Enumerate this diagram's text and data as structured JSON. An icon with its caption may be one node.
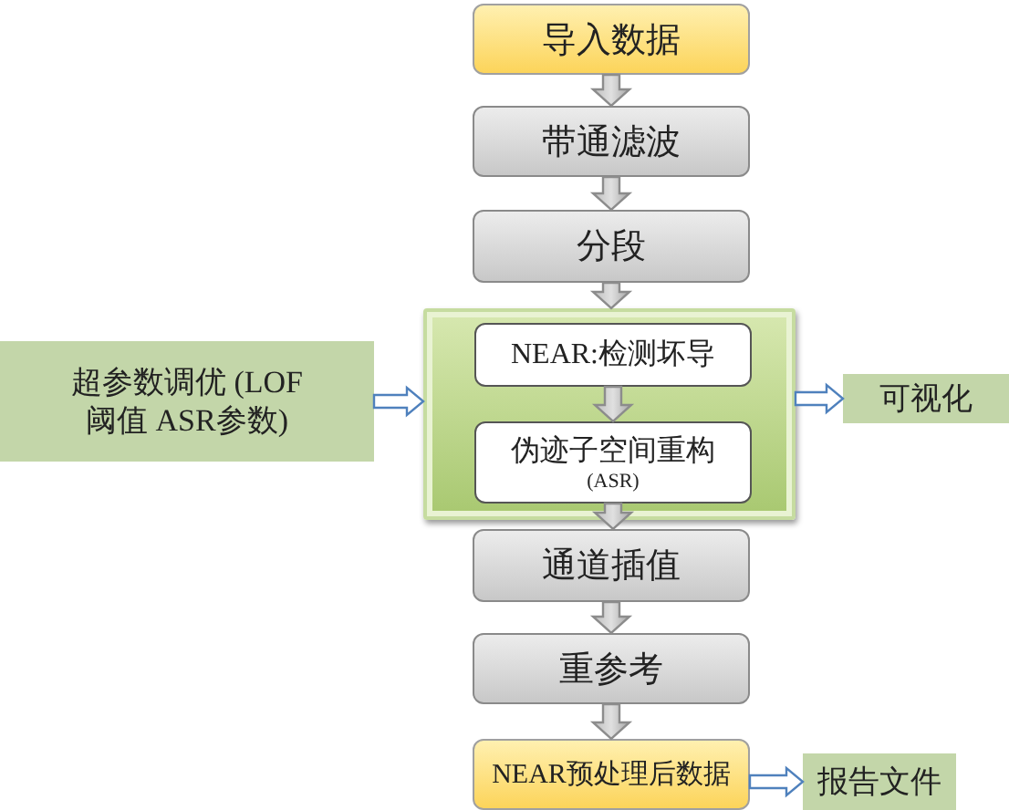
{
  "diagram": {
    "nodes": [
      {
        "text": [
          "导入数据"
        ]
      },
      {
        "text": [
          "带通滤波"
        ]
      },
      {
        "text": [
          "分段"
        ]
      },
      {
        "text": [],
        "shape": "box"
      },
      {
        "text": [
          "NEAR:检测坏导"
        ],
        "in": 3
      },
      {
        "text": [
          "伪迹子空间重构",
          "(ASR)"
        ],
        "in": 3
      },
      {
        "text": [
          "通道插值"
        ]
      },
      {
        "text": [
          "重参考"
        ]
      },
      {
        "text": [
          "NEAR预处理后数据"
        ]
      },
      {
        "text": [
          "超参数调优 (LOF阈值 ASR参数)"
        ]
      },
      {
        "text": [
          "可视化"
        ]
      },
      {
        "text": [
          "报告文件"
        ]
      }
    ],
    "edges": [
      {
        "from": 0,
        "to": 1,
        "arrow": "to"
      },
      {
        "from": 1,
        "to": 2,
        "arrow": "to"
      },
      {
        "from": 2,
        "to": 3,
        "arrow": "to"
      },
      {
        "from": 4,
        "to": 5,
        "arrow": "to"
      },
      {
        "from": 5,
        "to": 6,
        "arrow": "to"
      },
      {
        "from": 6,
        "to": 7,
        "arrow": "to"
      },
      {
        "from": 7,
        "to": 8,
        "arrow": "to"
      },
      {
        "from": 9,
        "to": 3,
        "arrow": "to",
        "color": "#4f81bd"
      },
      {
        "from": 3,
        "to": 10,
        "arrow": "to",
        "color": "#4f81bd"
      },
      {
        "from": 8,
        "to": 11,
        "arrow": "to",
        "color": "#4f81bd"
      }
    ]
  }
}
